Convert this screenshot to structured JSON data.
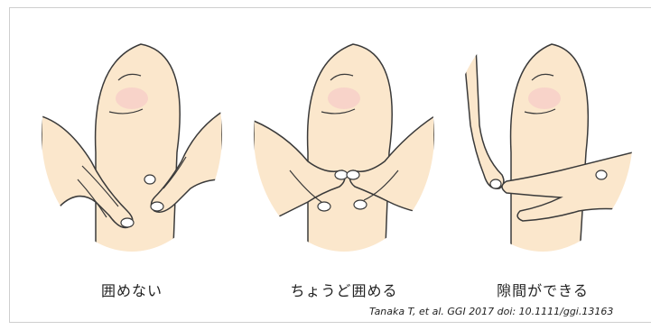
{
  "panels": [
    {
      "caption": "囲めない"
    },
    {
      "caption": "ちょうど囲める"
    },
    {
      "caption": "隙間ができる"
    }
  ],
  "citation": "Tanaka T, et al. GGI 2017 doi: 10.1111/ggi.13163",
  "colors": {
    "skin": "#fbe7cc",
    "skin_shadow": "#f3d3ae",
    "outline": "#3a3a3a",
    "blush": "#f6c6c6",
    "nail": "#ffffff"
  }
}
